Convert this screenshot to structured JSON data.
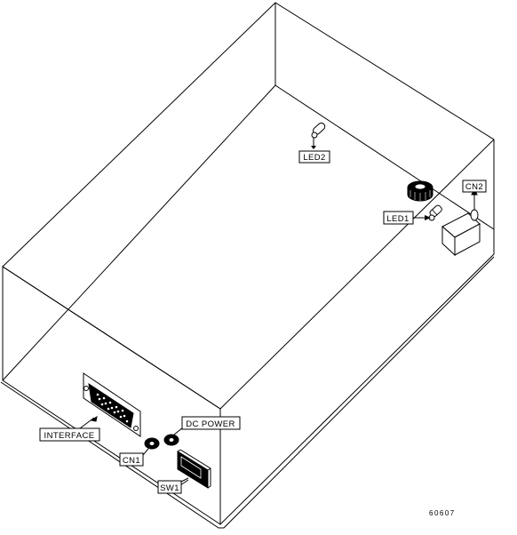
{
  "diagram": {
    "labels": {
      "led2": "LED2",
      "led1": "LED1",
      "cn2": "CN2",
      "interface": "INTERFACE",
      "dc_power": "DC POWER",
      "cn1": "CN1",
      "sw1": "SW1"
    },
    "figure_number": "60607",
    "colors": {
      "line": "#000000",
      "background": "#ffffff"
    }
  }
}
